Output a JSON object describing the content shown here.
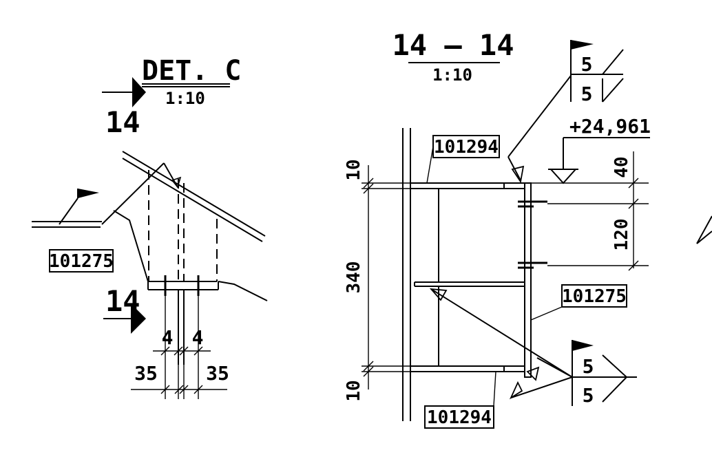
{
  "detail": {
    "title": "DET. C",
    "scale": "1:10",
    "section_mark_top": "14",
    "section_mark_bottom": "14",
    "part_label": "101275",
    "dim_left_gap": "4",
    "dim_right_gap": "4",
    "dim_left_edge": "35",
    "dim_right_edge": "35"
  },
  "section": {
    "title": "14 – 14",
    "scale": "1:10",
    "part_top": "101294",
    "part_bottom": "101294",
    "part_plate": "101275",
    "elevation": "+24,961",
    "dim_height": "340",
    "dim_top_flange": "10",
    "dim_bottom_flange": "10",
    "dim_bolt_edge": "40",
    "dim_bolt_spacing": "120",
    "weld_top_upper": "5",
    "weld_top_lower": "5",
    "weld_bottom_upper": "5",
    "weld_bottom_lower": "5"
  }
}
